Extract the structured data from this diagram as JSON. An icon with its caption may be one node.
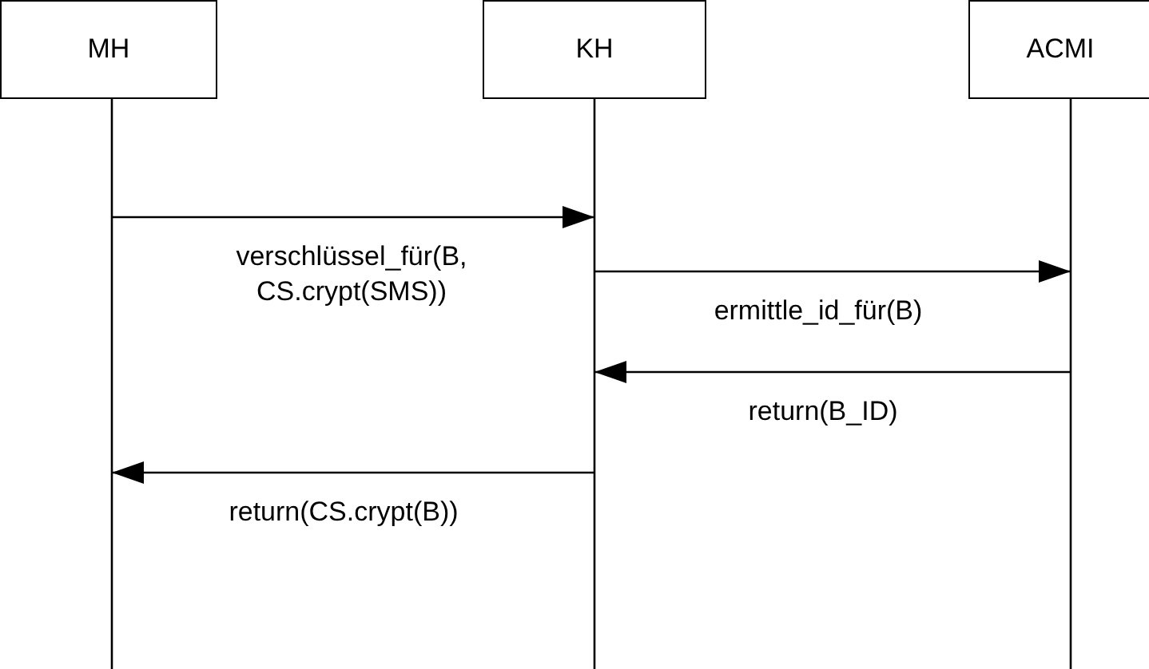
{
  "diagram": {
    "nodes": [
      {
        "text": [
          "MH"
        ]
      },
      {
        "text": [
          "KH"
        ]
      },
      {
        "text": [
          "ACMI"
        ]
      }
    ],
    "edges": [
      {
        "from": 0,
        "to": 1,
        "arrow": "to",
        "label": "verschlüssel_für(B, CS.crypt(SMS))"
      },
      {
        "from": 1,
        "to": 2,
        "arrow": "to",
        "label": "ermittle_id_für(B)"
      },
      {
        "from": 2,
        "to": 1,
        "arrow": "to",
        "label": "return(B_ID)"
      },
      {
        "from": 1,
        "to": 0,
        "arrow": "to",
        "label": "return(CS.crypt(B))"
      }
    ]
  }
}
